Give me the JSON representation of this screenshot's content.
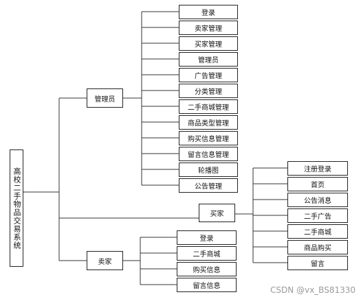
{
  "root": {
    "label": "高校二手物品交易系统"
  },
  "admin": {
    "label": "管理员",
    "items": [
      "登录",
      "卖家管理",
      "买家管理",
      "管理员",
      "广告管理",
      "分类管理",
      "二手商城管理",
      "商品类型管理",
      "购买信息管理",
      "留言信息管理",
      "轮播图",
      "公告管理"
    ]
  },
  "buyer": {
    "label": "买家",
    "items": [
      "注册登录",
      "首页",
      "公告消息",
      "二手广告",
      "二手商城",
      "商品购买",
      "留言"
    ]
  },
  "seller": {
    "label": "卖家",
    "items": [
      "登录",
      "二手商城",
      "购买信息",
      "留言信息"
    ]
  },
  "watermark": "CSDN @vx_BS81330"
}
